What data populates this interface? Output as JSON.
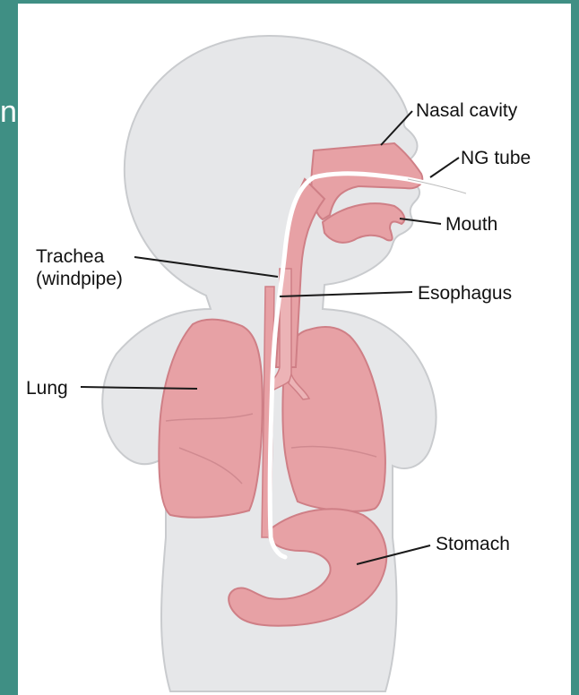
{
  "background_text": "n",
  "colors": {
    "frame": "#3f8f84",
    "panel": "#ffffff",
    "body_silhouette": "#e6e7e9",
    "body_outline": "#c9cbce",
    "organ": "#e7a1a5",
    "organ_dark": "#cf7f86",
    "tube": "#ffffff",
    "leader": "#1a1a1a"
  },
  "labels": {
    "nasal_cavity": "Nasal cavity",
    "ng_tube": "NG tube",
    "mouth": "Mouth",
    "trachea_line1": "Trachea",
    "trachea_line2": "(windpipe)",
    "esophagus": "Esophagus",
    "lung": "Lung",
    "stomach": "Stomach"
  }
}
